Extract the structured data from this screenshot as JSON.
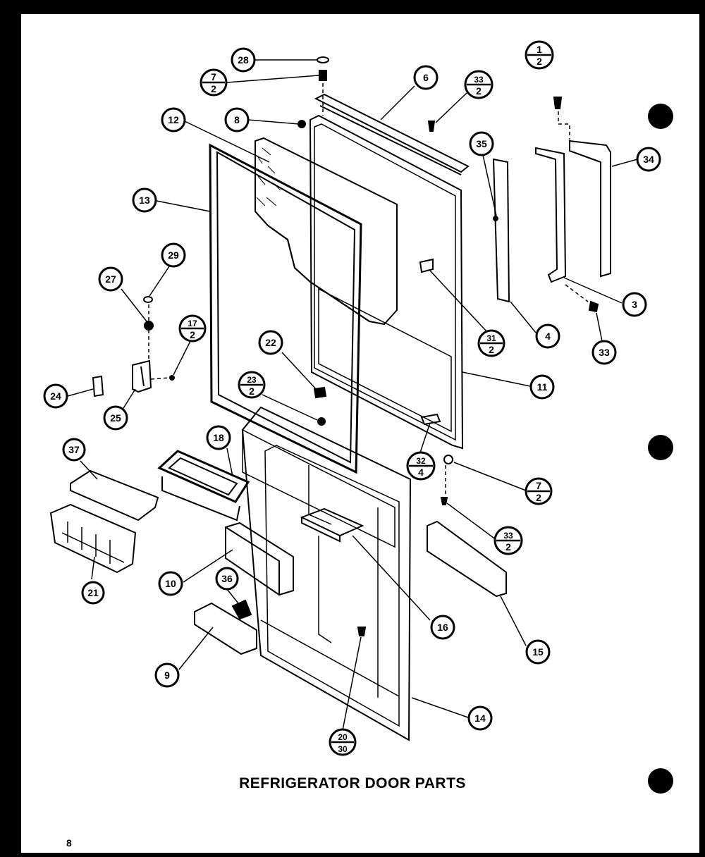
{
  "caption": "REFRIGERATOR DOOR PARTS",
  "page_number": "8",
  "callouts": {
    "c28": "28",
    "c7a": {
      "num": "7",
      "den": "2"
    },
    "c6": "6",
    "c33a": {
      "num": "33",
      "den": "2"
    },
    "c12": "12",
    "c8": "8",
    "c1": {
      "num": "1",
      "den": "2"
    },
    "c34": "34",
    "c35": "35",
    "c13": "13",
    "c29": "29",
    "c27": "27",
    "c3": "3",
    "c4": "4",
    "c33b": "33",
    "c31": {
      "num": "31",
      "den": "2"
    },
    "c17": {
      "num": "17",
      "den": "2"
    },
    "c22": "22",
    "c11": "11",
    "c24": "24",
    "c23": {
      "num": "23",
      "den": "2"
    },
    "c25": "25",
    "c32": {
      "num": "32",
      "den": "4"
    },
    "c18": "18",
    "c37": "37",
    "c7b": {
      "num": "7",
      "den": "2"
    },
    "c33c": {
      "num": "33",
      "den": "2"
    },
    "c10": "10",
    "c21": "21",
    "c36": "36",
    "c16": "16",
    "c15": "15",
    "c9": "9",
    "c14": "14",
    "c20": {
      "num": "20",
      "den": "30"
    }
  }
}
